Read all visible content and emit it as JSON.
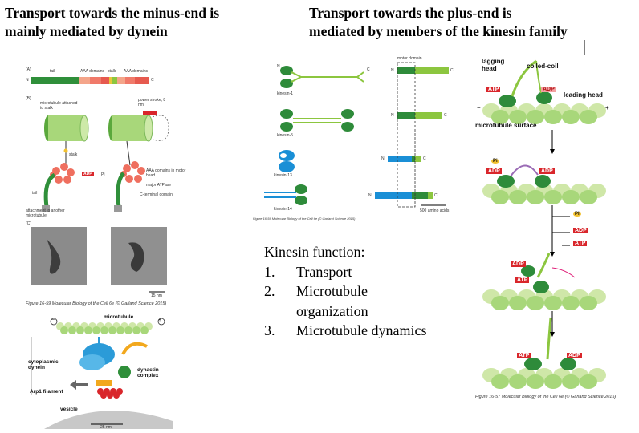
{
  "headings": {
    "left_line1": "Transport towards the minus-end is",
    "left_line2": "mainly mediated by dynein",
    "right_line1": "Transport towards the plus-end is",
    "right_line2": "mediated by members of the kinesin family"
  },
  "dynein_fig": {
    "panel_a": "(A)",
    "panel_b": "(B)",
    "panel_c": "(C)",
    "n": "N",
    "c": "C",
    "tail": "tail",
    "aaa_domains": "AAA domains",
    "stalk": "stalk",
    "aaa_domains2": "AAA domains",
    "mt_attached": "microtubule attached to stalk",
    "power_stroke": "power stroke, 8 nm",
    "stalk_label": "stalk",
    "adp": "ADP",
    "pi": "Pi",
    "aaa_motor": "AAA domains in motor head",
    "major_atpase": "major ATPase",
    "cterm": "C-terminal domain",
    "tail2": "tail",
    "attachment": "attachment to another microtubule",
    "scale": "15 nm",
    "caption": "Figure 16-59  Molecular Biology of the Cell 6e (© Garland Science 2015)"
  },
  "dynactin_fig": {
    "minus": "−",
    "plus": "+",
    "microtubule": "microtubule",
    "cyto_dynein": "cytoplasmic dynein",
    "dynactin": "dynactin complex",
    "arp1": "Arp1 filament",
    "vesicle": "vesicle",
    "scale": "25 nm"
  },
  "kinesin_fig": {
    "motor_domain": "motor domain",
    "kinesin1": "kinesin-1",
    "kinesin5": "kinesin-5",
    "kinesin13": "kinesin-13",
    "kinesin14": "kinesin-14",
    "n": "N",
    "c": "C",
    "scale": "500 amino acids",
    "caption": "Figure 16-56  Molecular Biology of the Cell 6e (© Garland Science 2015)"
  },
  "kinesin_function": {
    "title": "Kinesin function:",
    "items": [
      {
        "num": "1.",
        "text": "Transport"
      },
      {
        "num": "2.",
        "text": "Microtubule organization"
      },
      {
        "num": "3.",
        "text": "Microtubule dynamics"
      }
    ]
  },
  "walking_fig": {
    "lagging_head": "lagging head",
    "coiled_coil": "coiled-coil",
    "leading_head": "leading head",
    "mt_surface": "microtubule surface",
    "atp": "ATP",
    "adp": "ADP",
    "pi": "Pi",
    "minus": "−",
    "plus": "+",
    "caption": "Figure 16-57  Molecular Biology of the Cell 6e (© Garland Science 2015)"
  },
  "colors": {
    "dynein_green": "#3a9a3a",
    "aaa_salmon": "#f08070",
    "kinesin_green": "#8cc63f",
    "kinesin_dark": "#2e8b3a",
    "kinesin_blue": "#1a8fd6",
    "mt_light": "#cfe7a8",
    "tag_red": "#d9262b"
  }
}
